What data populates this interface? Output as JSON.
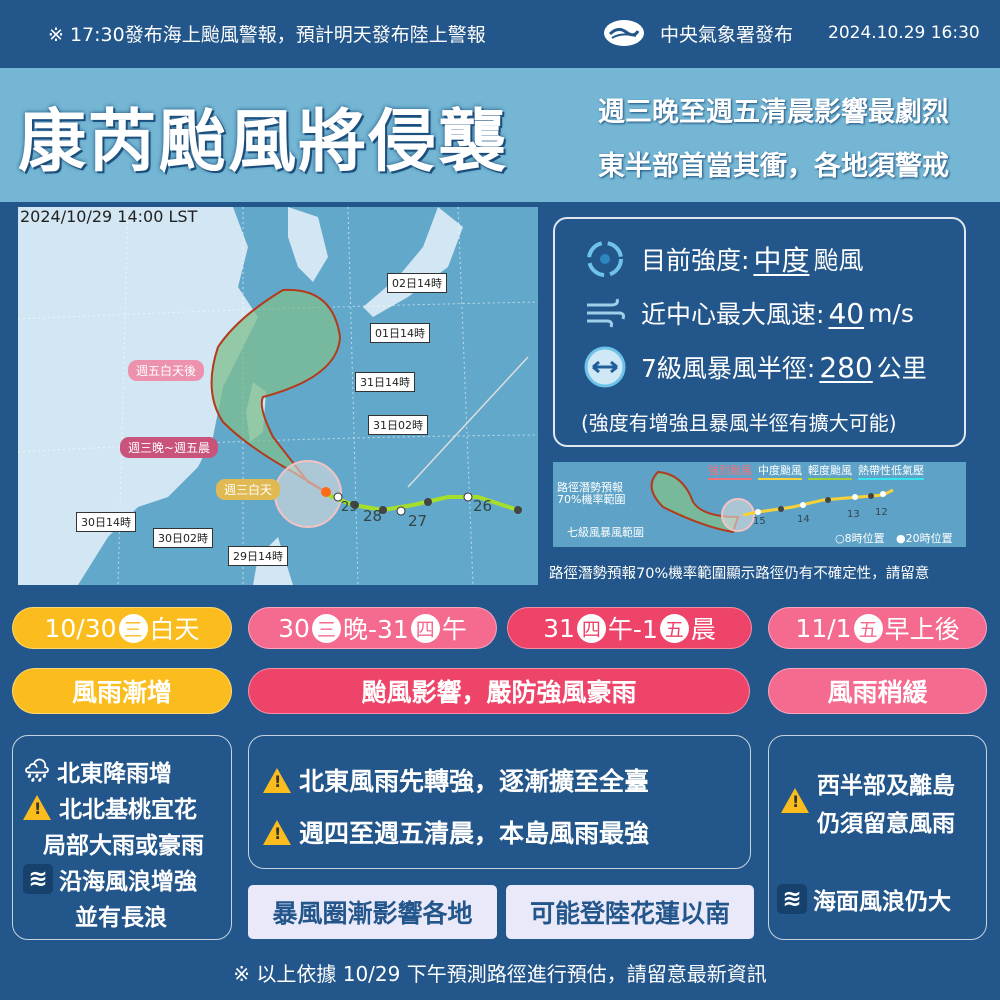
{
  "topbar": {
    "notice": "※  17:30發布海上颱風警報，預計明天發布陸上警報",
    "issuer": "中央氣象署發布",
    "datetime": "2024.10.29 16:30"
  },
  "banner": {
    "title": "康芮颱風將侵襲",
    "subtitle1": "週三晚至週五清晨影響最劇烈",
    "subtitle2": "東半部首當其衝，各地須警戒"
  },
  "map": {
    "timestamp": "2024/10/29 14:00 LST",
    "period_labels": [
      "週五白天後",
      "週三晚~週五晨",
      "週三白天"
    ],
    "time_labels": [
      "02日14時",
      "01日14時",
      "31日14時",
      "31日02時",
      "30日14時",
      "30日02時",
      "29日14時"
    ],
    "past_dates": [
      "29",
      "28",
      "27",
      "26"
    ]
  },
  "info": {
    "intensity_label": "目前強度:",
    "intensity_value": "中度",
    "intensity_unit": "颱風",
    "wind_label": "近中心最大風速:",
    "wind_value": "40",
    "wind_unit": "m/s",
    "radius_label": "7級風暴風半徑:",
    "radius_value": "280",
    "radius_unit": "公里",
    "note": "(強度有增強且暴風半徑有擴大可能)"
  },
  "legend": {
    "cone_label_1": "路徑潛勢預報",
    "cone_label_2": "70%機率範圍",
    "storm_label": "七級風暴風範圍",
    "categories": [
      {
        "label": "強烈颱風",
        "color": "#f0727a"
      },
      {
        "label": "中度颱風",
        "color": "#f5d23a"
      },
      {
        "label": "輕度颱風",
        "color": "#9fd13a"
      },
      {
        "label": "熱帶性低氣壓",
        "color": "#38e3f0"
      }
    ],
    "dates": [
      "15",
      "14",
      "13",
      "12"
    ],
    "pos8": "8時位置",
    "pos20": "20時位置"
  },
  "caption": "路徑潛勢預報70%機率範圍顯示路徑仍有不確定性，請留意",
  "timeline": [
    {
      "pre": "10/30",
      "d1": "三",
      "mid": "白天",
      "d2": "",
      "post": "",
      "color": "#fbbd1d"
    },
    {
      "pre": "30",
      "d1": "三",
      "mid": "晚-31",
      "d2": "四",
      "post": "午",
      "color": "#f56a8f"
    },
    {
      "pre": "31",
      "d1": "四",
      "mid": "午-1",
      "d2": "五",
      "post": "晨",
      "color": "#ee4469"
    },
    {
      "pre": "11/1",
      "d1": "五",
      "mid": "早上後",
      "d2": "",
      "post": "",
      "color": "#f56a8f"
    }
  ],
  "phases": [
    "風雨漸增",
    "颱風影響，嚴防強風豪雨",
    "風雨稍緩"
  ],
  "box1": [
    "北東降雨增",
    "北北基桃宜花",
    "局部大雨或豪雨",
    "沿海風浪增強",
    "並有長浪"
  ],
  "box2": [
    "北東風雨先轉強，逐漸擴至全臺",
    "週四至週五清晨，本島風雨最強"
  ],
  "buttons": [
    "暴風圈漸影響各地",
    "可能登陸花蓮以南"
  ],
  "box3": [
    "西半部及離島",
    "仍須留意風雨",
    "海面風浪仍大"
  ],
  "footer": "※ 以上依據 10/29 下午預測路徑進行預估，請留意最新資訊"
}
